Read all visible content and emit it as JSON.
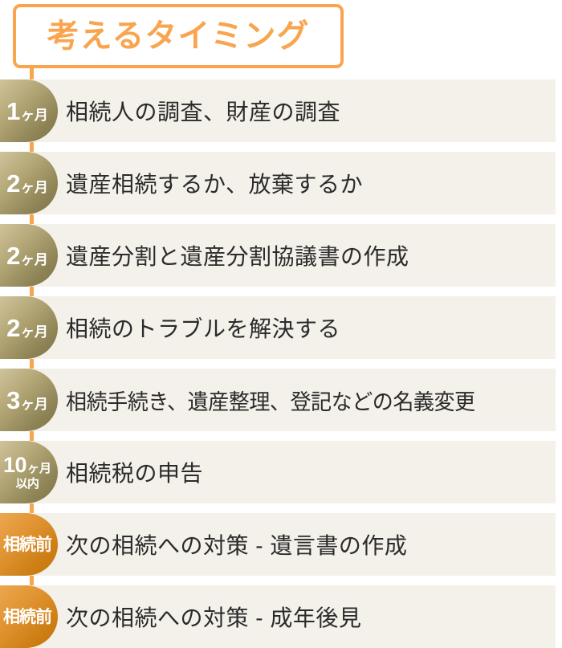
{
  "header": {
    "title": "考えるタイミング",
    "border_color": "#f9a54f",
    "text_color": "#f9a54f"
  },
  "theme": {
    "row_background": "#f4f1ea",
    "connector_color": "#f9a54f",
    "badge_olive_light": "#cfc39b",
    "badge_olive_dark": "#7d7449",
    "badge_orange_light": "#eda74f",
    "badge_orange_dark": "#c2760e",
    "text_color": "#2b2b2b"
  },
  "rows": [
    {
      "badge_num": "1",
      "badge_unit": "ヶ月",
      "badge_sub": "",
      "badge_word": "",
      "badge_style": "olive",
      "label": "相続人の調査、財産の調査"
    },
    {
      "badge_num": "2",
      "badge_unit": "ヶ月",
      "badge_sub": "",
      "badge_word": "",
      "badge_style": "olive",
      "label": "遺産相続するか、放棄するか"
    },
    {
      "badge_num": "2",
      "badge_unit": "ヶ月",
      "badge_sub": "",
      "badge_word": "",
      "badge_style": "olive",
      "label": "遺産分割と遺産分割協議書の作成"
    },
    {
      "badge_num": "2",
      "badge_unit": "ヶ月",
      "badge_sub": "",
      "badge_word": "",
      "badge_style": "olive",
      "label": "相続のトラブルを解決する"
    },
    {
      "badge_num": "3",
      "badge_unit": "ヶ月",
      "badge_sub": "",
      "badge_word": "",
      "badge_style": "olive",
      "label": "相続手続き、遺産整理、登記などの名義変更"
    },
    {
      "badge_num": "10",
      "badge_unit": "ヶ月",
      "badge_sub": "以内",
      "badge_word": "",
      "badge_style": "olive",
      "label": "相続税の申告"
    },
    {
      "badge_num": "",
      "badge_unit": "",
      "badge_sub": "",
      "badge_word": "相続前",
      "badge_style": "orange",
      "label": "次の相続への対策 - 遺言書の作成"
    },
    {
      "badge_num": "",
      "badge_unit": "",
      "badge_sub": "",
      "badge_word": "相続前",
      "badge_style": "orange",
      "label": "次の相続への対策 - 成年後見"
    }
  ]
}
